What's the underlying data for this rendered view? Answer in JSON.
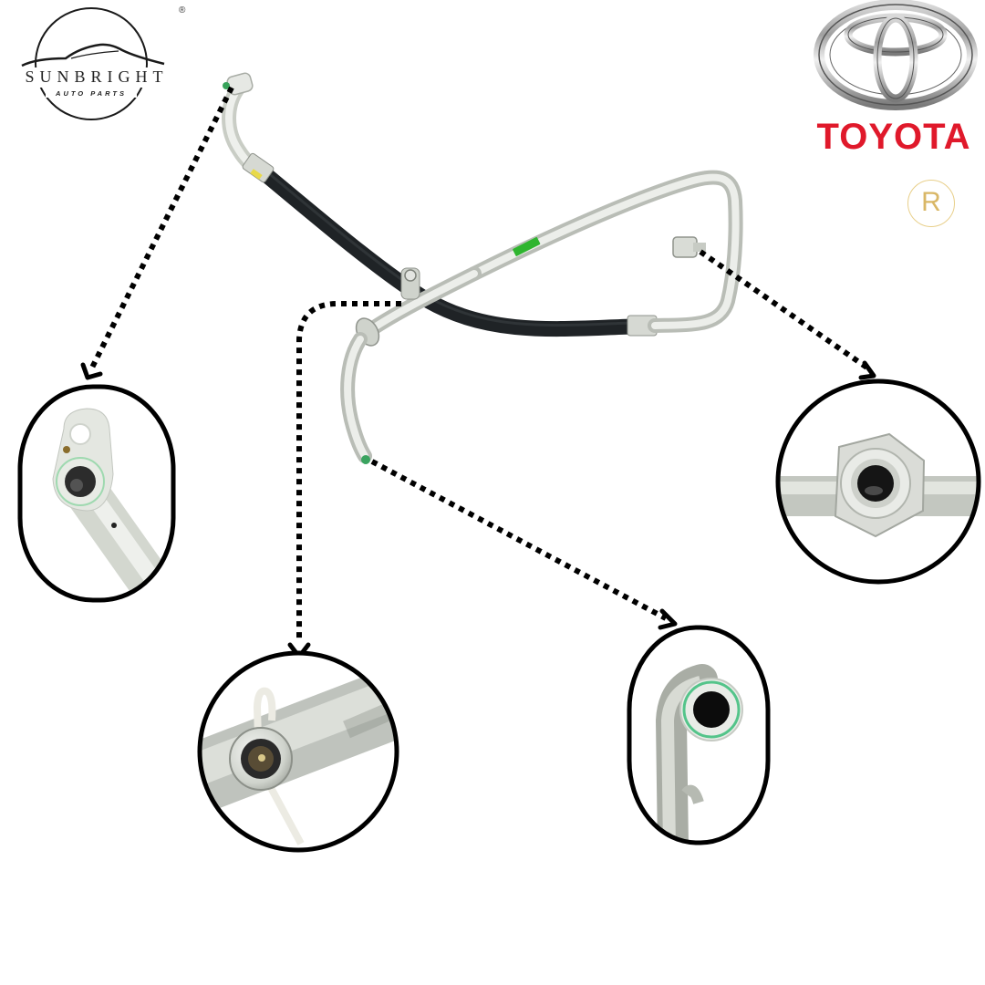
{
  "brand_left": {
    "name": "SUNBRIGHT",
    "tagline": "AUTO PARTS",
    "registered_mark": "®"
  },
  "brand_right": {
    "name": "TOYOTA",
    "registered_mark": "R",
    "colors": {
      "wordmark": "#e0192b",
      "emblem": "#8a8a8a",
      "registered": "#d9b766"
    }
  },
  "product": {
    "description": "A/C hose assembly (aluminum lines with black rubber hose section)",
    "label_tag_color": "#2fb52f"
  },
  "callouts": [
    {
      "id": "fitting-flange-port",
      "shape": "rounded-oval",
      "description": "Flange block fitting with bolt hole and port"
    },
    {
      "id": "service-port",
      "shape": "circle",
      "description": "Service port valve on line"
    },
    {
      "id": "o-ring-end",
      "shape": "rounded-oval",
      "description": "Tube end with green O-ring"
    },
    {
      "id": "tee-port",
      "shape": "circle",
      "description": "Threaded tee port on line"
    }
  ],
  "connector_style": {
    "line": "dotted",
    "color": "#000000",
    "arrowhead": "chevron"
  }
}
